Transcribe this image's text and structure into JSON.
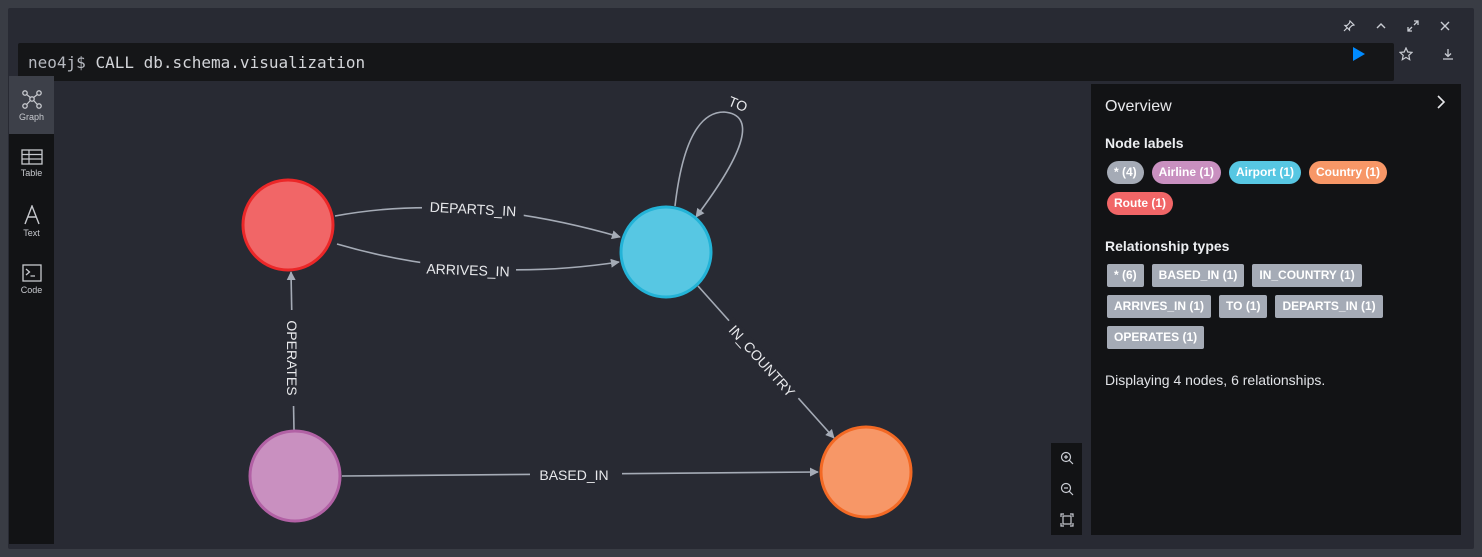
{
  "editor": {
    "prompt": "neo4j$",
    "query": "CALL db.schema.visualization"
  },
  "views": [
    {
      "label": "Graph",
      "icon": "graph-icon",
      "active": true
    },
    {
      "label": "Table",
      "icon": "table-icon",
      "active": false
    },
    {
      "label": "Text",
      "icon": "text-icon",
      "active": false
    },
    {
      "label": "Code",
      "icon": "code-icon",
      "active": false
    }
  ],
  "graph": {
    "nodes": [
      {
        "id": "route",
        "label": "Route",
        "color": "#f16667",
        "border": "#eb2728"
      },
      {
        "id": "airport",
        "label": "Airport",
        "color": "#57c7e3",
        "border": "#23b3d7"
      },
      {
        "id": "airline",
        "label": "Airline",
        "color": "#c990c0",
        "border": "#b261a5"
      },
      {
        "id": "country",
        "label": "Country",
        "color": "#f79767",
        "border": "#f36924"
      }
    ],
    "relationships": [
      {
        "type": "DEPARTS_IN",
        "from": "route",
        "to": "airport"
      },
      {
        "type": "ARRIVES_IN",
        "from": "route",
        "to": "airport"
      },
      {
        "type": "TO",
        "from": "airport",
        "to": "airport"
      },
      {
        "type": "IN_COUNTRY",
        "from": "airport",
        "to": "country"
      },
      {
        "type": "OPERATES",
        "from": "airline",
        "to": "route"
      },
      {
        "type": "BASED_IN",
        "from": "airline",
        "to": "country"
      }
    ]
  },
  "overview": {
    "title": "Overview",
    "node_labels_title": "Node labels",
    "node_labels": [
      {
        "text": "* (4)",
        "color": "#a5abb6"
      },
      {
        "text": "Airline (1)",
        "color": "#c990c0"
      },
      {
        "text": "Airport (1)",
        "color": "#57c7e3"
      },
      {
        "text": "Country (1)",
        "color": "#f79767"
      },
      {
        "text": "Route (1)",
        "color": "#f16667"
      }
    ],
    "rel_types_title": "Relationship types",
    "rel_types": [
      {
        "text": "* (6)"
      },
      {
        "text": "BASED_IN (1)"
      },
      {
        "text": "IN_COUNTRY (1)"
      },
      {
        "text": "ARRIVES_IN (1)"
      },
      {
        "text": "TO (1)"
      },
      {
        "text": "DEPARTS_IN (1)"
      },
      {
        "text": "OPERATES (1)"
      }
    ],
    "rel_color": "#a5abb6",
    "summary": "Displaying 4 nodes, 6 relationships."
  }
}
